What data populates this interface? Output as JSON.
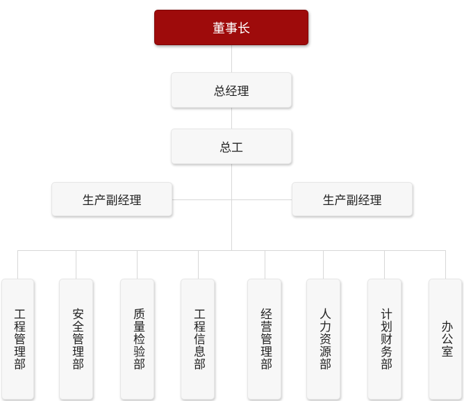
{
  "org_chart": {
    "chairman": "董事长",
    "general_manager": "总经理",
    "chief_engineer": "总工",
    "deputy_managers": [
      "生产副经理",
      "生产副经理"
    ],
    "departments": [
      "工程管理部",
      "安全管理部",
      "质量检验部",
      "工程信息部",
      "经营管理部",
      "人力资源部",
      "计划财务部",
      "办公室"
    ]
  },
  "colors": {
    "chairman_fill": "#9e0b0b",
    "box_fill": "#f7f7f7",
    "connector": "#d7d7d7"
  }
}
